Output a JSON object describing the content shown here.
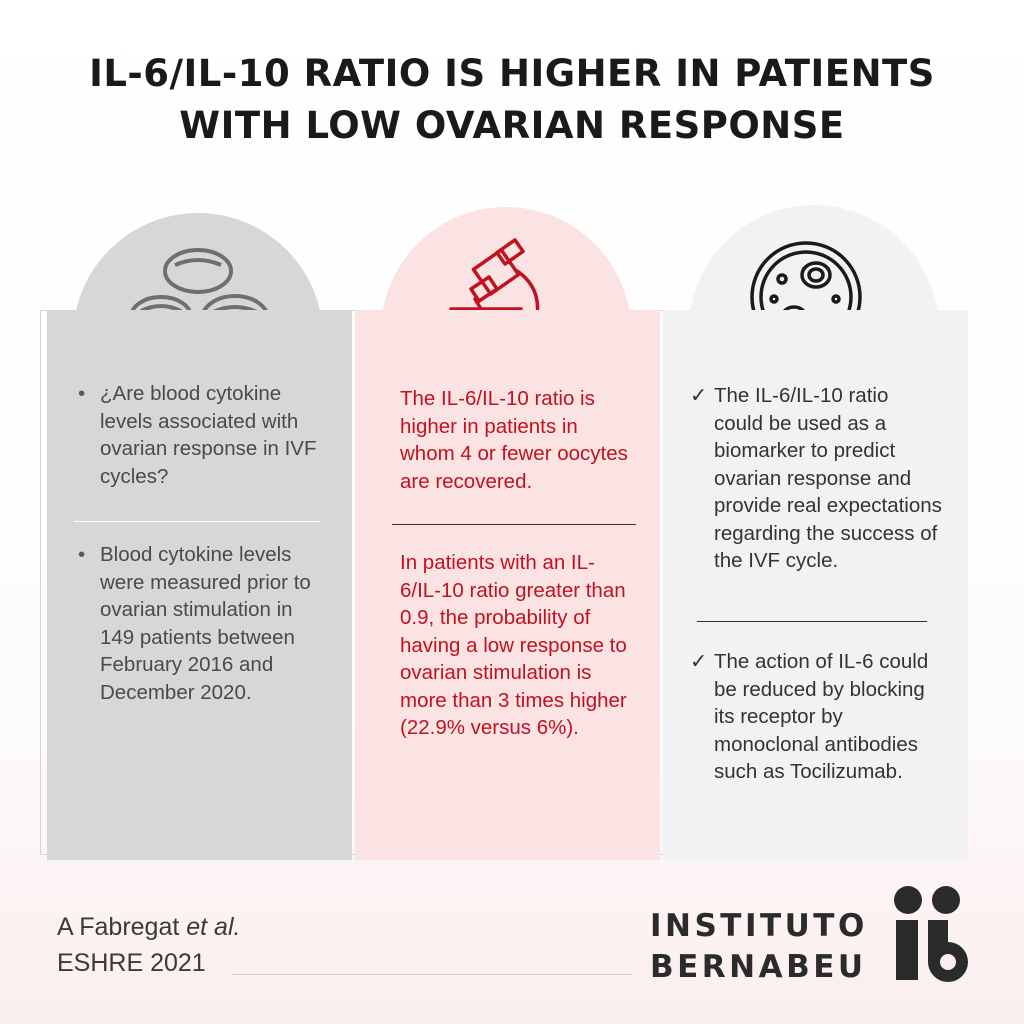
{
  "title": {
    "line1": "IL-6/IL-10 RATIO IS HIGHER IN PATIENTS",
    "line2": "WITH LOW OVARIAN RESPONSE"
  },
  "panels": {
    "left": {
      "icon": "blood-cells-icon",
      "question": "¿Are blood cytokine levels associated with ovarian response in IVF cycles?",
      "method": "Blood cytokine levels were measured prior to ovarian stimulation in 149 patients between February 2016 and December 2020."
    },
    "middle": {
      "icon": "microscope-icon",
      "finding1": "The IL-6/IL-10 ratio is higher in patients in whom 4 or fewer oocytes are recovered.",
      "finding2": "In patients with an IL-6/IL-10 ratio greater than 0.9, the probability of having a low response to ovarian stimulation is more than 3 times higher (22.9% versus 6%)."
    },
    "right": {
      "icon": "petri-dish-icon",
      "conclusion1": "The IL-6/IL-10 ratio could be used as a biomarker to predict ovarian response and provide real expectations regarding the success of the IVF cycle.",
      "conclusion2": "The action of IL-6 could be reduced by blocking its receptor by monoclonal antibodies such as Tocilizumab."
    }
  },
  "citation": {
    "author": "A Fabregat ",
    "etal": "et al.",
    "event": "ESHRE 2021"
  },
  "logo": {
    "line1": "INSTITUTO",
    "line2": "BERNABEU"
  },
  "colors": {
    "accent_red": "#c1121f",
    "left_panel": "#d7d7d7",
    "middle_panel": "#fbe3e3",
    "right_panel": "#f2f2f2"
  }
}
